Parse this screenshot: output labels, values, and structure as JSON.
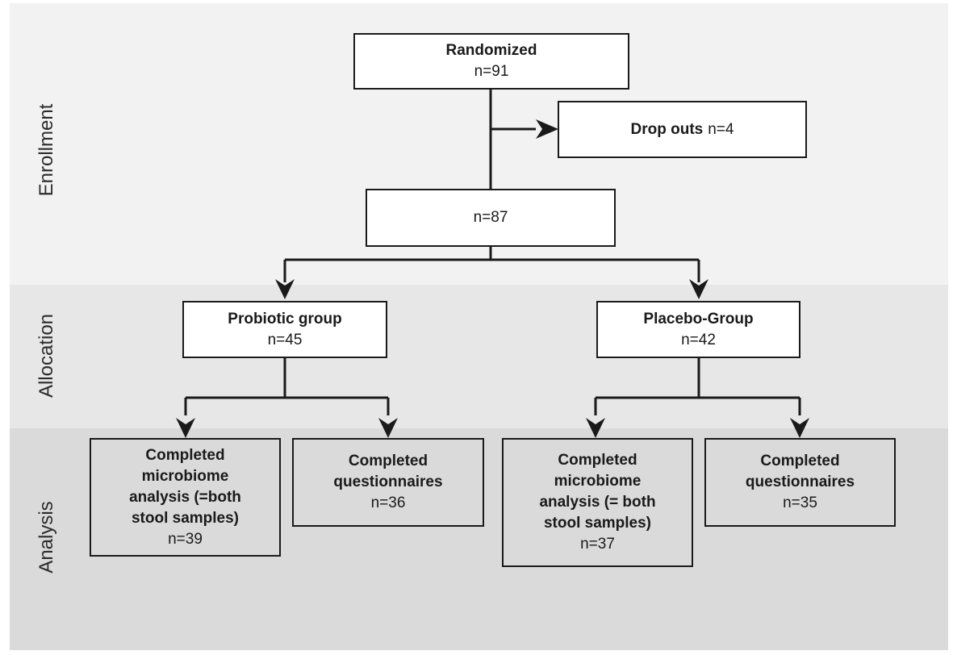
{
  "stages": {
    "enrollment": "Enrollment",
    "allocation": "Allocation",
    "analysis": "Analysis"
  },
  "boxes": {
    "randomized": {
      "title": "Randomized",
      "count": "n=91"
    },
    "dropouts": {
      "title": "Drop outs",
      "count": "n=4"
    },
    "enrolled": {
      "count": "n=87"
    },
    "probiotic": {
      "title": "Probiotic group",
      "count": "n=45"
    },
    "placebo": {
      "title": "Placebo-Group",
      "count": "n=42"
    },
    "prob_micro": {
      "title": "Completed\nmicrobiome\nanalysis (=both\nstool samples)",
      "count": "n=39"
    },
    "prob_quest": {
      "title": "Completed\nquestionnaires",
      "count": "n=36"
    },
    "plac_micro": {
      "title": "Completed\nmicrobiome\nanalysis (= both\nstool samples)",
      "count": "n=37"
    },
    "plac_quest": {
      "title": "Completed\nquestionnaires",
      "count": "n=35"
    }
  }
}
